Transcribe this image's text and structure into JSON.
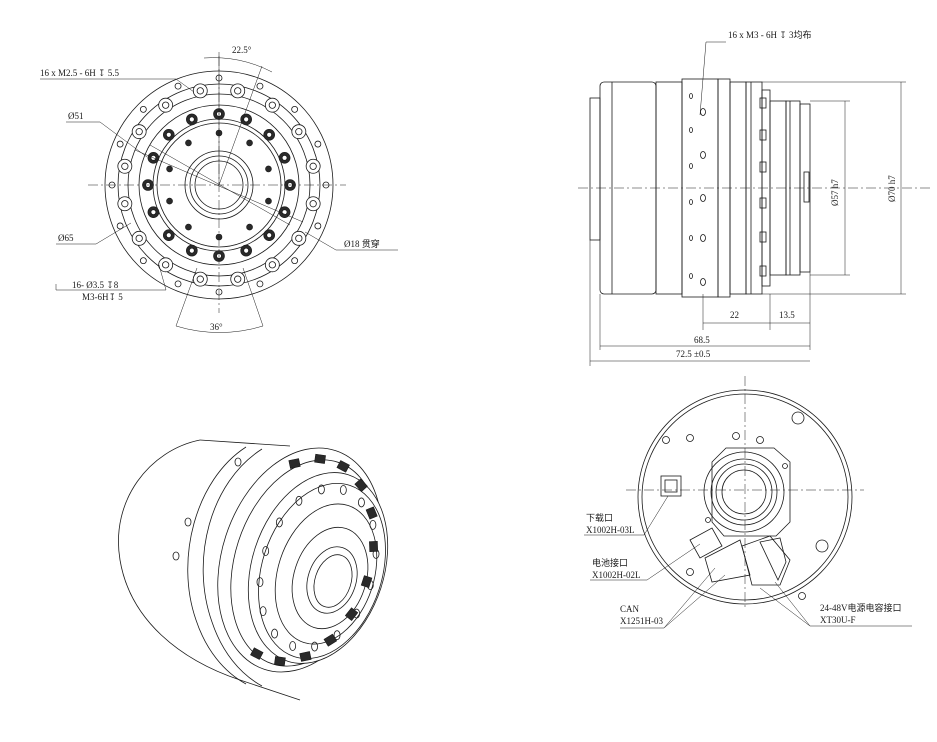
{
  "front_view": {
    "label_holes_outer": "16 x  M2.5 - 6H ↧ 5.5",
    "label_angle_top": "22.5°",
    "label_d51": "Ø51",
    "label_d65": "Ø65",
    "label_d18": "Ø18 贯穿",
    "label_counterbore": "16- Ø3.5 ↧8",
    "label_thread": "M3-6H↧ 5",
    "label_angle_bottom": "36°"
  },
  "side_view": {
    "label_holes": "16 x  M3 - 6H ↧ 3均布",
    "label_d57": "Ø57 h7",
    "label_d70": "Ø70 h7",
    "dim_22": "22",
    "dim_13_5": "13.5",
    "dim_68_5": "68.5",
    "dim_72_5": "72.5 ±0.5"
  },
  "rear_view": {
    "download_port": "下载口",
    "download_part": "X1002H-03L",
    "battery_port": "电池接口",
    "battery_part": "X1002H-02L",
    "can_label": "CAN",
    "can_part": "X1251H-03",
    "power_label": "24-48V电源电容接口",
    "power_part": "XT30U-F"
  }
}
